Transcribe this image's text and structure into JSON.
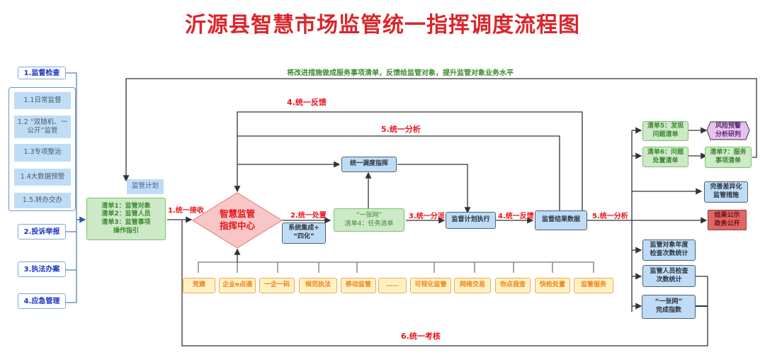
{
  "title": "沂源县智慧市场监管统一指挥调度流程图",
  "top_feedback_note": "将改进措施做成服务事项清单，反馈给监管对象，提升监管对象业务水平",
  "left_sources": {
    "s1": "1.监督检查",
    "s1_items": [
      "1.1日常监督",
      "1.2 “双随机、一公开”监管",
      "1.3专项整治",
      "1.4大数据预警",
      "1.5.转办交办"
    ],
    "s2": "2.投诉举报",
    "s3": "3.执法办案",
    "s4": "4.应急管理"
  },
  "plan_tag": "监管计划",
  "lists_box": [
    "清单1：监管对象",
    "清单2：监管人员",
    "清单3：监管事项",
    "操作指引"
  ],
  "center": {
    "line1": "智慧监管",
    "line2": "指挥中心"
  },
  "steps": {
    "receive": "1.统一接收",
    "dispose": "2.统一处置",
    "dispatch": "3.统一分派",
    "feedback_inline": "4.统一反馈",
    "analysis_inline": "5.统一分析",
    "feedback_top": "4.统一反馈",
    "analysis_top": "5.统一分析",
    "assess": "6.统一考核"
  },
  "system_box": [
    "系统集成+",
    "“四化”"
  ],
  "command_box": "统一调度指挥",
  "net_box": [
    "“一张网”",
    "清单4：任务清单"
  ],
  "execute_box": "监督计划执行",
  "result_box": "监督结果数据",
  "outputs": {
    "list5": [
      "清单5：发现",
      "问题清单"
    ],
    "risk": [
      "风险预警",
      "分析研判"
    ],
    "list6": [
      "清单6：问题",
      "处置清单"
    ],
    "list7": [
      "清单7：服务",
      "事项清单"
    ],
    "improve": [
      "完善差异化",
      "监管措施"
    ],
    "publish": [
      "结果公示",
      "政务公开"
    ],
    "stat1": [
      "监管对象年度",
      "检查次数统计"
    ],
    "stat2": [
      "监管人员检查",
      "次数统计"
    ],
    "stat3": [
      "“一张网”",
      "完成指数"
    ]
  },
  "modules": [
    "党建",
    "企业e点通",
    "一企一码",
    "规范执法",
    "移动监管",
    "……",
    "可视化监管",
    "网络交易",
    "你点我查",
    "快检处置",
    "监管服务"
  ]
}
